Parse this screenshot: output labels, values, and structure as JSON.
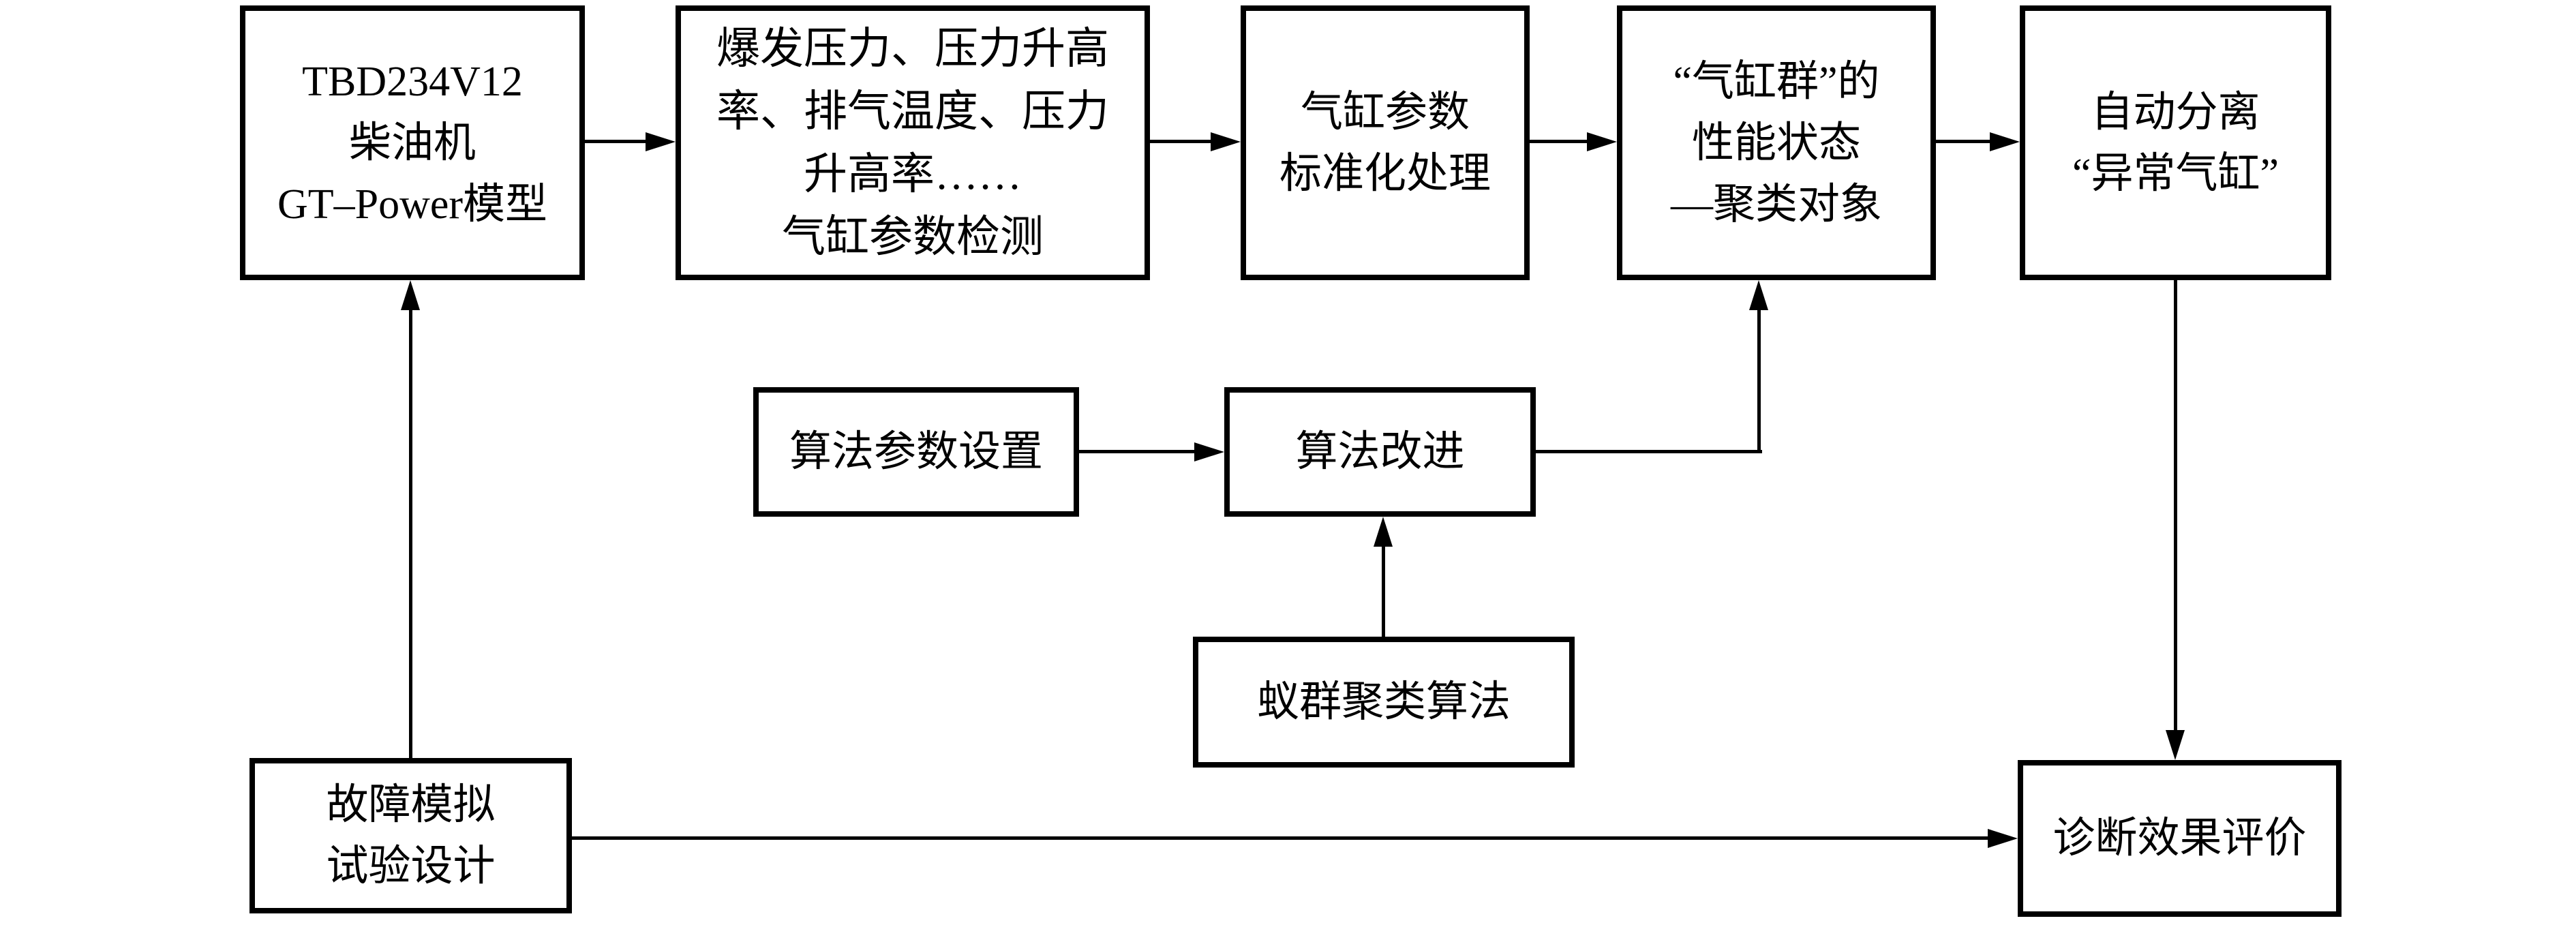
{
  "diagram": {
    "title_hint": "ant-colony clustering cylinder diagnosis flowchart",
    "colors": {
      "line": "#000000",
      "background": "#ffffff",
      "box_fill": "#ffffff"
    },
    "boxes": {
      "engine_model": {
        "lines": [
          "TBD234V12",
          "柴油机",
          "GT–Power模型"
        ]
      },
      "parameter_detection": {
        "lines": [
          "爆发压力、压力升高",
          "率、排气温度、压力",
          "升高率……",
          "气缸参数检测"
        ]
      },
      "standardization": {
        "lines": [
          "气缸参数",
          "标准化处理"
        ]
      },
      "cluster_object": {
        "lines": [
          "“气缸群”的",
          "性能状态",
          "—聚类对象"
        ]
      },
      "auto_separation": {
        "lines": [
          "自动分离",
          "“异常气缸”"
        ]
      },
      "algorithm_params": {
        "lines": [
          "算法参数设置"
        ]
      },
      "algorithm_improvement": {
        "lines": [
          "算法改进"
        ]
      },
      "ant_colony": {
        "lines": [
          "蚁群聚类算法"
        ]
      },
      "fault_simulation": {
        "lines": [
          "故障模拟",
          "试验设计"
        ]
      },
      "evaluation": {
        "lines": [
          "诊断效果评价"
        ]
      }
    },
    "edges": [
      {
        "from": "engine_model",
        "to": "parameter_detection"
      },
      {
        "from": "parameter_detection",
        "to": "standardization"
      },
      {
        "from": "standardization",
        "to": "cluster_object"
      },
      {
        "from": "cluster_object",
        "to": "auto_separation"
      },
      {
        "from": "algorithm_params",
        "to": "algorithm_improvement"
      },
      {
        "from": "algorithm_improvement",
        "to": "cluster_object"
      },
      {
        "from": "ant_colony",
        "to": "algorithm_improvement"
      },
      {
        "from": "fault_simulation",
        "to": "engine_model"
      },
      {
        "from": "fault_simulation",
        "to": "evaluation"
      },
      {
        "from": "auto_separation",
        "to": "evaluation"
      }
    ]
  }
}
